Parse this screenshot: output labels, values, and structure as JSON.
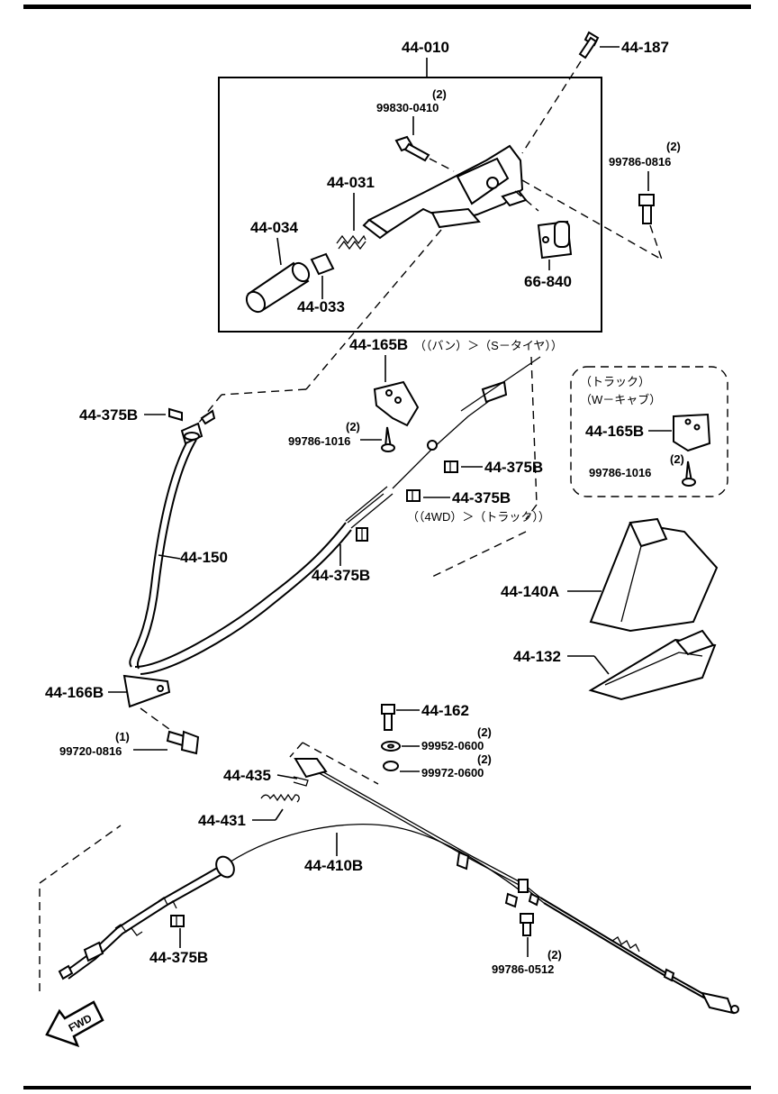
{
  "labels": {
    "lever_assy": "44-010",
    "bolt_top": "44-187",
    "screw_lever": "99830-0410",
    "screw_lever_qty": "(2)",
    "bolt_right": "99786-0816",
    "bolt_right_qty": "(2)",
    "spring": "44-031",
    "grip": "44-034",
    "button": "44-033",
    "switch": "66-840",
    "bracket_165b": "44-165B",
    "bracket_165b_note": "（（バン）＞（S－タイヤ））",
    "screw_1016": "99786-1016",
    "screw_1016_qty": "(2)",
    "clip_375b_left": "44-375B",
    "clip_375b_a": "44-375B",
    "clip_375b_b": "44-375B",
    "clip_375b_b_note": "（（4WD）＞（トラック））",
    "clip_375b_c": "44-375B",
    "front_cable": "44-150",
    "truck_note_1": "（トラック）",
    "truck_note_2": "（W－キャブ）",
    "truck_bracket": "44-165B",
    "truck_screw": "99786-1016",
    "truck_screw_qty": "(2)",
    "boot": "44-140A",
    "cover": "44-132",
    "bracket_166b": "44-166B",
    "bolt_0816": "99720-0816",
    "bolt_0816_qty": "(1)",
    "pin_162": "44-162",
    "washer_0600": "99952-0600",
    "washer_0600_qty": "(2)",
    "washer_0600b": "99972-0600",
    "washer_0600b_qty": "(2)",
    "clip_435": "44-435",
    "spring_431": "44-431",
    "rear_cable": "44-410B",
    "clip_375b_bottom": "44-375B",
    "bolt_0512": "99786-0512",
    "bolt_0512_qty": "(2)",
    "fwd": "FWD"
  }
}
